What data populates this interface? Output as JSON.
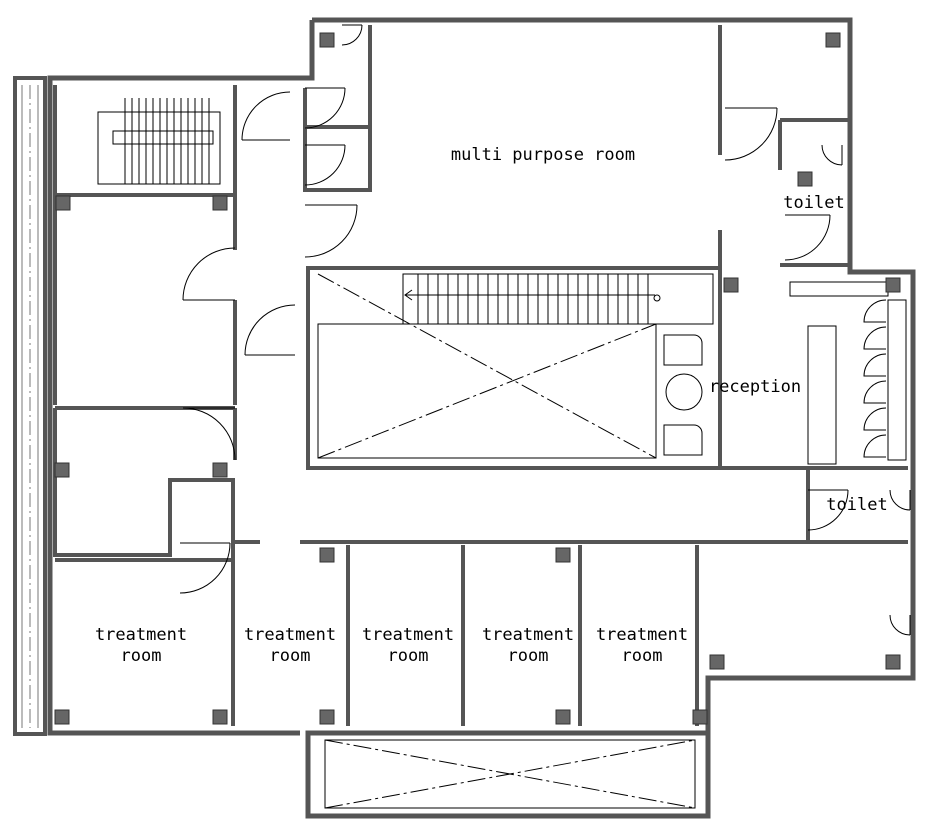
{
  "rooms": {
    "multi_purpose": "multi purpose room",
    "reception": "reception",
    "toilet_upper": "toilet",
    "toilet_lower": "toilet",
    "treatment": [
      [
        "treatment",
        "room"
      ],
      [
        "treatment",
        "room"
      ],
      [
        "treatment",
        "room"
      ],
      [
        "treatment",
        "room"
      ],
      [
        "treatment",
        "room"
      ]
    ]
  },
  "colors": {
    "wall": "#555555",
    "wall_dark": "#333333",
    "column": "#666666",
    "line": "#000000"
  }
}
